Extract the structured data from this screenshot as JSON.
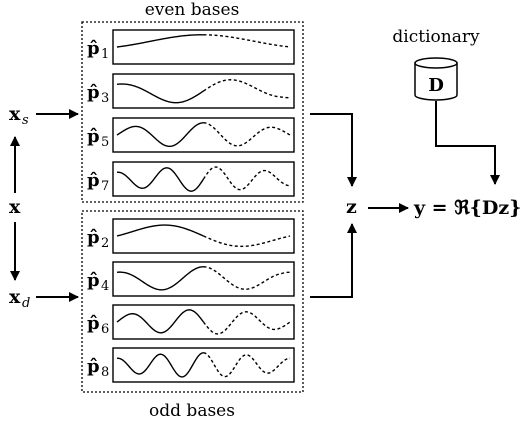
{
  "labels": {
    "even_bases": "even bases",
    "odd_bases": "odd bases",
    "dictionary": "dictionary",
    "dictionary_symbol": "D",
    "x": "x",
    "x_s_base": "x",
    "x_s_sub": "s",
    "x_d_base": "x",
    "x_d_sub": "d",
    "z": "z",
    "output": "y = ℜ{Dz}"
  },
  "even_bases": [
    {
      "symbol": "p̂",
      "index": "1",
      "cycles": 0.5,
      "phase": "sin"
    },
    {
      "symbol": "p̂",
      "index": "3",
      "cycles": 1.5,
      "phase": "cos"
    },
    {
      "symbol": "p̂",
      "index": "5",
      "cycles": 2.5,
      "phase": "sin"
    },
    {
      "symbol": "p̂",
      "index": "7",
      "cycles": 3.5,
      "phase": "cos"
    }
  ],
  "odd_bases": [
    {
      "symbol": "p̂",
      "index": "2",
      "cycles": 1.0,
      "phase": "sin"
    },
    {
      "symbol": "p̂",
      "index": "4",
      "cycles": 2.0,
      "phase": "cos"
    },
    {
      "symbol": "p̂",
      "index": "6",
      "cycles": 3.0,
      "phase": "sin"
    },
    {
      "symbol": "p̂",
      "index": "8",
      "cycles": 4.0,
      "phase": "cos"
    }
  ]
}
